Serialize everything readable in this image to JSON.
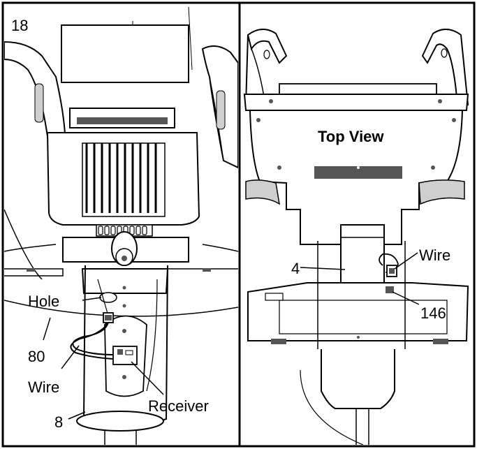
{
  "step_number": "18",
  "left_panel": {
    "labels": {
      "hole": "Hole",
      "part_80": "80",
      "wire": "Wire",
      "receiver": "Receiver",
      "part_8": "8"
    }
  },
  "right_panel": {
    "view_title": "Top View",
    "labels": {
      "wire": "Wire",
      "part_4": "4",
      "part_146": "146"
    }
  }
}
